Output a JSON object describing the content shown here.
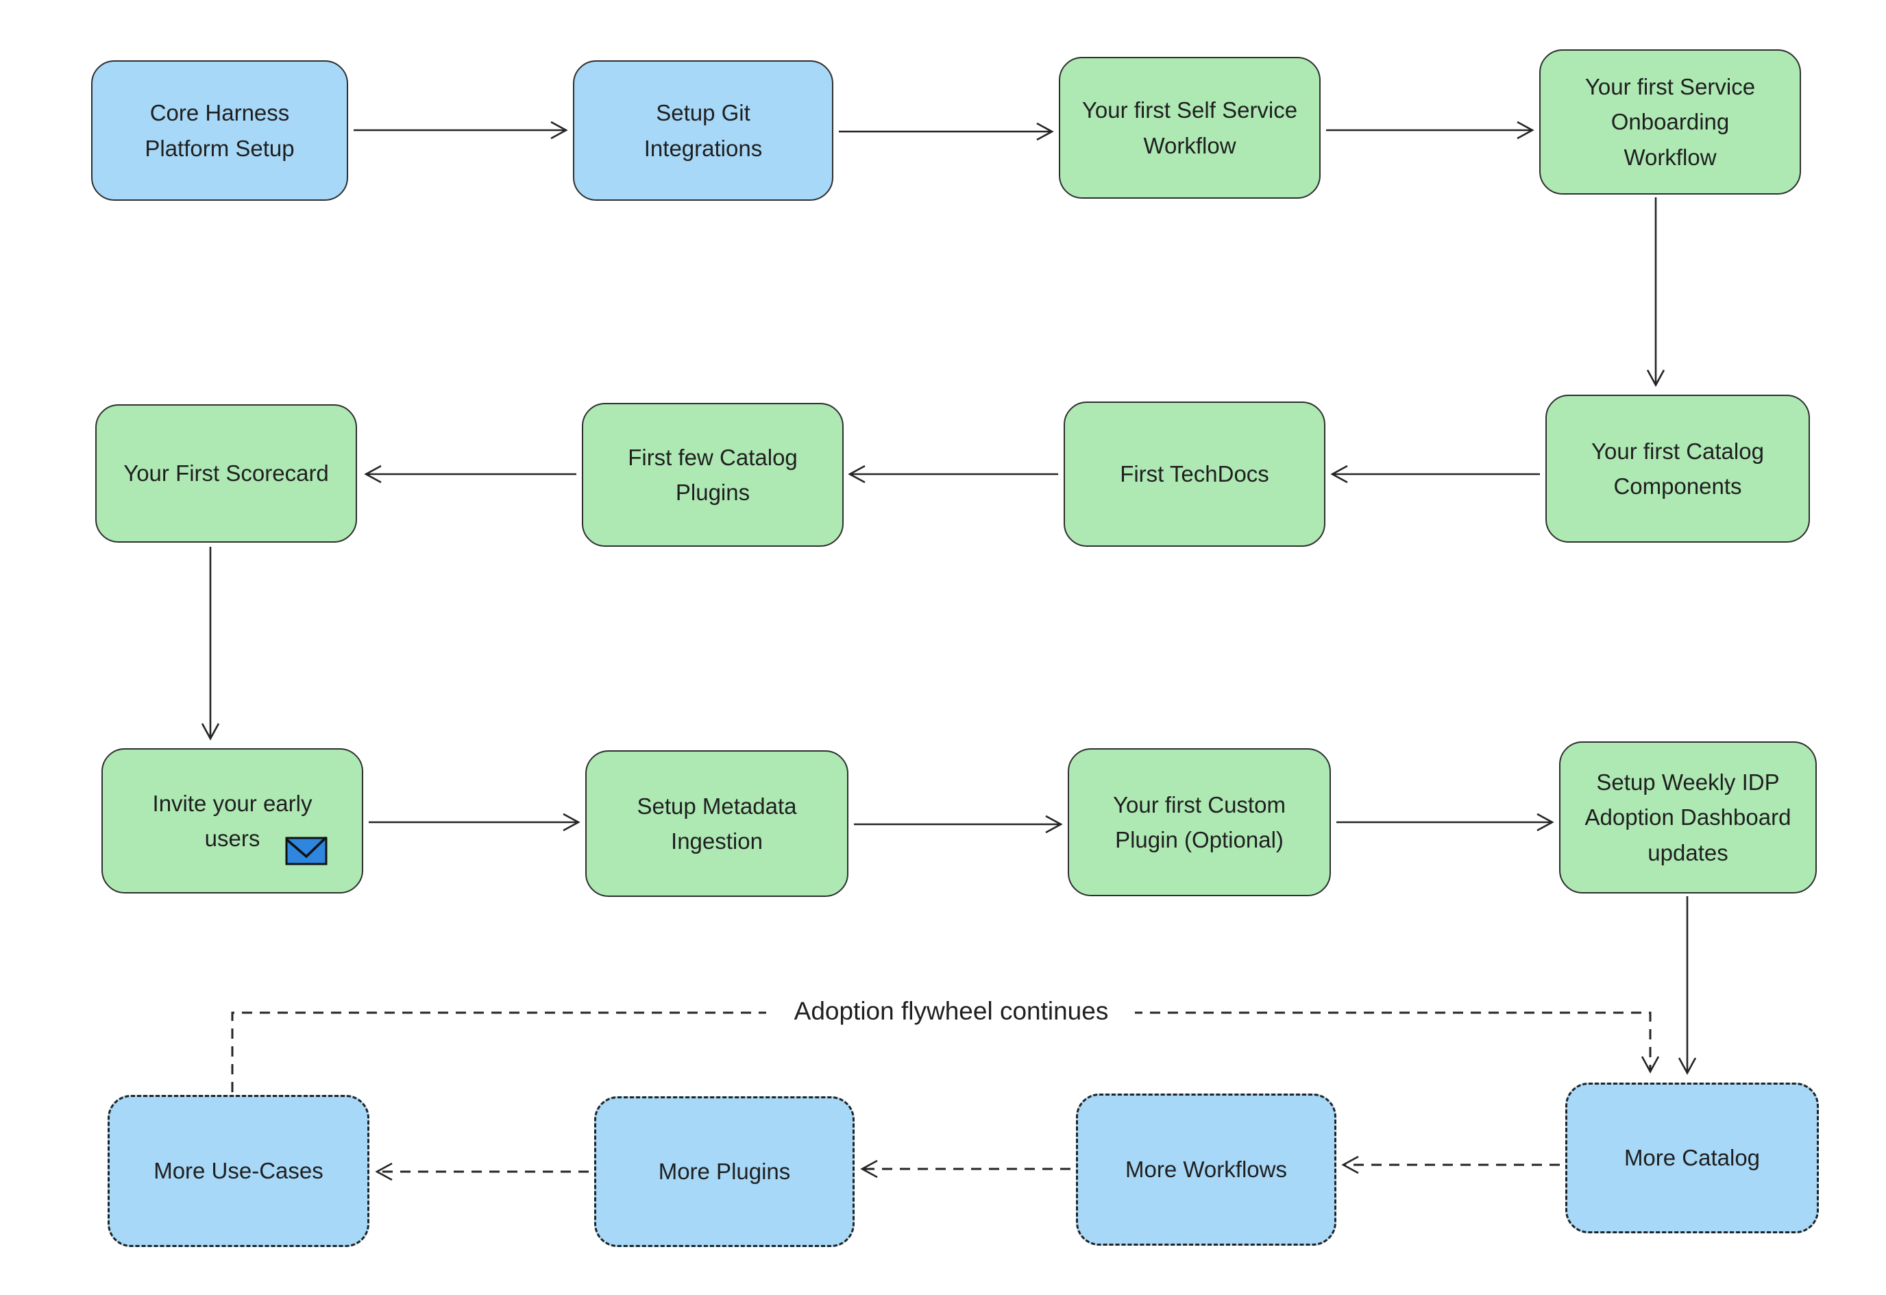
{
  "diagram": {
    "kind": "flowchart",
    "annotations": {
      "flywheel_label": "Adoption flywheel continues"
    }
  },
  "colors": {
    "node_blue": "#a7d8f7",
    "node_green": "#aee9b4",
    "stroke": "#242424",
    "text": "#1f1f1f",
    "envelope_blue": "#2e86de",
    "canvas_bg": "#ffffff"
  },
  "nodes": [
    {
      "id": "core-harness-platform-setup",
      "label": "Core Harness Platform Setup",
      "fill": "blue",
      "border": "solid"
    },
    {
      "id": "setup-git-integrations",
      "label": "Setup Git Integrations",
      "fill": "blue",
      "border": "solid"
    },
    {
      "id": "first-self-service-workflow",
      "label": "Your first Self Service Workflow",
      "fill": "green",
      "border": "solid"
    },
    {
      "id": "first-service-onboarding-workflow",
      "label": "Your first Service Onboarding Workflow",
      "fill": "green",
      "border": "solid"
    },
    {
      "id": "first-catalog-components",
      "label": "Your first Catalog Components",
      "fill": "green",
      "border": "solid"
    },
    {
      "id": "first-techdocs",
      "label": "First TechDocs",
      "fill": "green",
      "border": "solid"
    },
    {
      "id": "first-few-catalog-plugins",
      "label": "First few Catalog Plugins",
      "fill": "green",
      "border": "solid"
    },
    {
      "id": "your-first-scorecard",
      "label": "Your First Scorecard",
      "fill": "green",
      "border": "solid"
    },
    {
      "id": "invite-your-early-users",
      "label": "Invite your early users",
      "fill": "green",
      "border": "solid",
      "icon": "envelope-icon"
    },
    {
      "id": "setup-metadata-ingestion",
      "label": "Setup Metadata Ingestion",
      "fill": "green",
      "border": "solid"
    },
    {
      "id": "first-custom-plugin-optional",
      "label": "Your first Custom Plugin (Optional)",
      "fill": "green",
      "border": "solid"
    },
    {
      "id": "setup-weekly-idp-adoption-dashboard-updates",
      "label": "Setup Weekly IDP Adoption Dashboard updates",
      "fill": "green",
      "border": "solid"
    },
    {
      "id": "more-catalog",
      "label": "More Catalog",
      "fill": "blue",
      "border": "dashed"
    },
    {
      "id": "more-workflows",
      "label": "More Workflows",
      "fill": "blue",
      "border": "dashed"
    },
    {
      "id": "more-plugins",
      "label": "More Plugins",
      "fill": "blue",
      "border": "dashed"
    },
    {
      "id": "more-use-cases",
      "label": "More Use-Cases",
      "fill": "blue",
      "border": "dashed"
    }
  ]
}
